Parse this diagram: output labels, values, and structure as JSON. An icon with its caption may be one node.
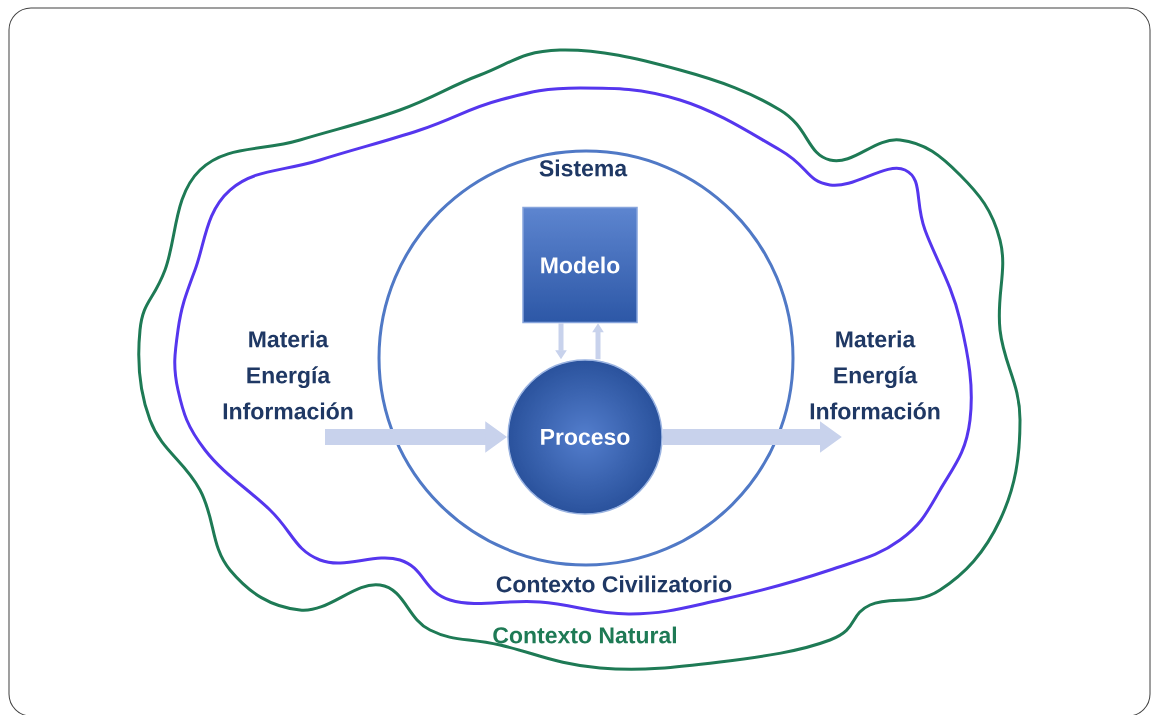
{
  "diagram": {
    "nodes": [
      {
        "text": [
          "Contexto Natural"
        ]
      },
      {
        "text": [
          "Contexto Civilizatorio"
        ],
        "in": 0
      },
      {
        "text": [
          "Sistema"
        ],
        "in": 1
      },
      {
        "text": [
          "Modelo"
        ],
        "in": 2
      },
      {
        "text": [
          "Proceso"
        ],
        "in": 2
      },
      {
        "text": [
          "Materia Energía Información"
        ],
        "in": 1
      },
      {
        "text": [
          "Materia Energía Información"
        ],
        "in": 1
      }
    ],
    "edges": [
      {
        "from": 5,
        "to": 4,
        "arrow": "to",
        "style": "thick"
      },
      {
        "from": 4,
        "to": 6,
        "arrow": "to",
        "style": "thick"
      },
      {
        "from": 3,
        "to": 4,
        "arrow": "to"
      },
      {
        "from": 4,
        "to": 3,
        "arrow": "to"
      }
    ]
  }
}
